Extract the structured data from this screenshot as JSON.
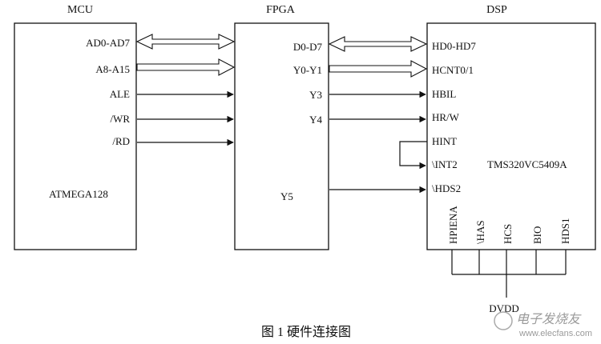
{
  "blocks": {
    "mcu": {
      "title": "MCU",
      "chip": "ATMEGA128"
    },
    "fpga": {
      "title": "FPGA"
    },
    "dsp": {
      "title": "DSP",
      "chip": "TMS320VC5409A"
    }
  },
  "mcu_pins": [
    "AD0-AD7",
    "A8-A15",
    "ALE",
    "/WR",
    "/RD"
  ],
  "fpga_pins": [
    "D0-D7",
    "Y0-Y1",
    "Y3",
    "Y4",
    "Y5"
  ],
  "dsp_pins": [
    "HD0-HD7",
    "HCNT0/1",
    "HBIL",
    "HR/W",
    "HINT",
    "\\INT2",
    "\\HDS2"
  ],
  "dsp_bottom_pins": [
    "HPIENA",
    "\\HAS",
    "HCS",
    "BIO",
    "HDS1"
  ],
  "supply_label": "DVDD",
  "caption": "图 1   硬件连接图",
  "watermark": "电子发烧友",
  "watermark_url": "www.elecfans.com"
}
